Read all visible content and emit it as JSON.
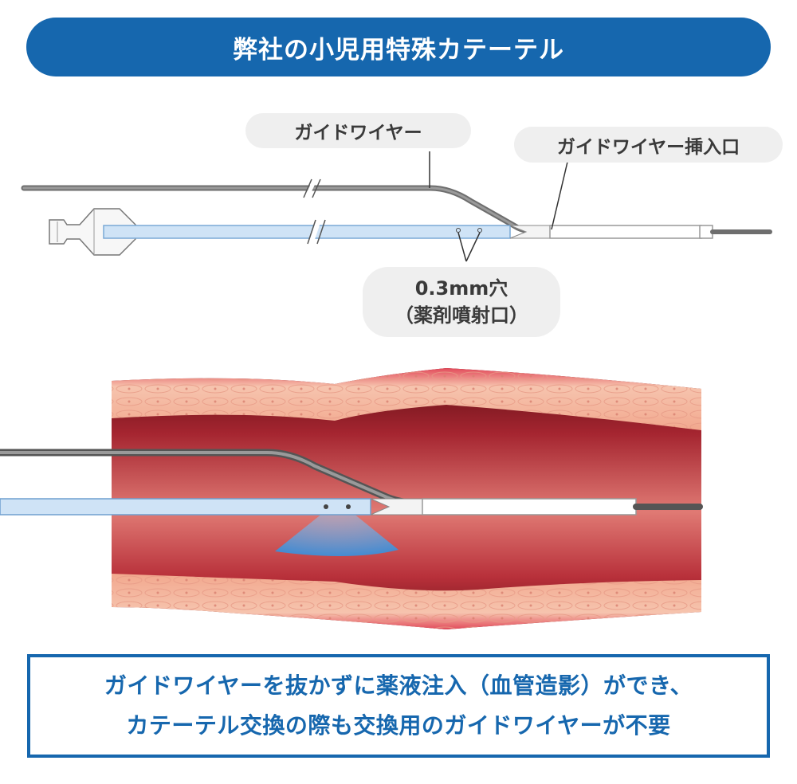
{
  "title": "弊社の小児用特殊カテーテル",
  "labels": {
    "guidewire": "ガイドワイヤー",
    "guidewire_port": "ガイドワイヤー挿入口",
    "hole_line1": "0.3mm穴",
    "hole_line2": "（薬剤噴射口）"
  },
  "caption": {
    "line1": "ガイドワイヤーを抜かずに薬液注入（血管造影）ができ、",
    "line2": "カテーテル交換の際も交換用のガイドワイヤーが不要"
  },
  "colors": {
    "brand_blue": "#1667ae",
    "wire_gray": "#7a7a7a",
    "catheter_blue": "#cfe3f6",
    "vessel_red": "#b8303a",
    "vessel_wall": "#f4b8a0"
  }
}
